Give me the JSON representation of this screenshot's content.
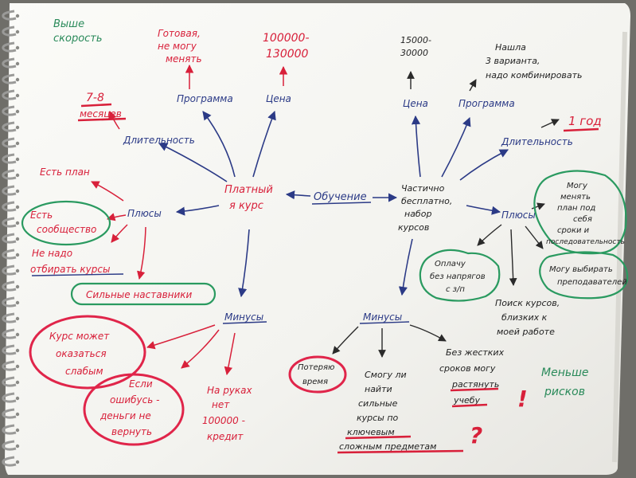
{
  "paid": {
    "top_left_note": [
      "Выше",
      "скорость"
    ],
    "center": [
      "Платный",
      "я курс"
    ],
    "duration": "Длительность",
    "duration_value": [
      "7-8",
      "месяцев"
    ],
    "program": "Программа",
    "program_value": [
      "Готовая,",
      "не могу",
      "менять"
    ],
    "price": "Цена",
    "price_value": [
      "100000-",
      "130000"
    ],
    "pluses": "Плюсы",
    "plus_plan": "Есть план",
    "plus_community": [
      "Есть",
      "сообщество"
    ],
    "plus_no_select": [
      "Не надо",
      "отбирать курсы"
    ],
    "plus_mentors": "Сильные наставники",
    "minuses": "Минусы",
    "minus_course": [
      "Курс может",
      "оказаться",
      "слабым"
    ],
    "minus_money": [
      "Если",
      "ошибусь -",
      "деньги не",
      "вернуть"
    ],
    "minus_credit": [
      "На руках",
      "нет",
      "100000 -",
      "кредит"
    ]
  },
  "center_node": "Обучение",
  "free": {
    "center": [
      "Частично",
      "бесплатно,",
      "набор",
      "курсов"
    ],
    "price": "Цена",
    "price_value": [
      "15000-",
      "30000"
    ],
    "program": "Программа",
    "program_value": [
      "Нашла",
      "3 варианта,",
      "надо комбинировать"
    ],
    "duration": "Длительность",
    "duration_value": "1 год",
    "pluses": "Плюсы",
    "plus_change": [
      "Могу",
      "менять",
      "план под",
      "себя",
      "сроки и",
      "последовательность"
    ],
    "plus_pay": [
      "Оплачу",
      "без напрягов",
      "с з/п"
    ],
    "plus_search": [
      "Поиск курсов,",
      "близких к",
      "моей работе"
    ],
    "plus_teachers": [
      "Могу выбирать",
      "преподавателей"
    ],
    "minuses": "Минусы",
    "minus_time": [
      "Потеряю",
      "время"
    ],
    "minus_find": [
      "Смогу ли",
      "найти",
      "сильные",
      "курсы по",
      "ключевым",
      "сложным предметам"
    ],
    "minus_deadline": [
      "Без жестких",
      "сроков могу",
      "растянуть",
      "учебу"
    ],
    "question_mark": "?",
    "exclamation_mark": "!",
    "less_risk": [
      "Меньше",
      "рисков"
    ]
  }
}
